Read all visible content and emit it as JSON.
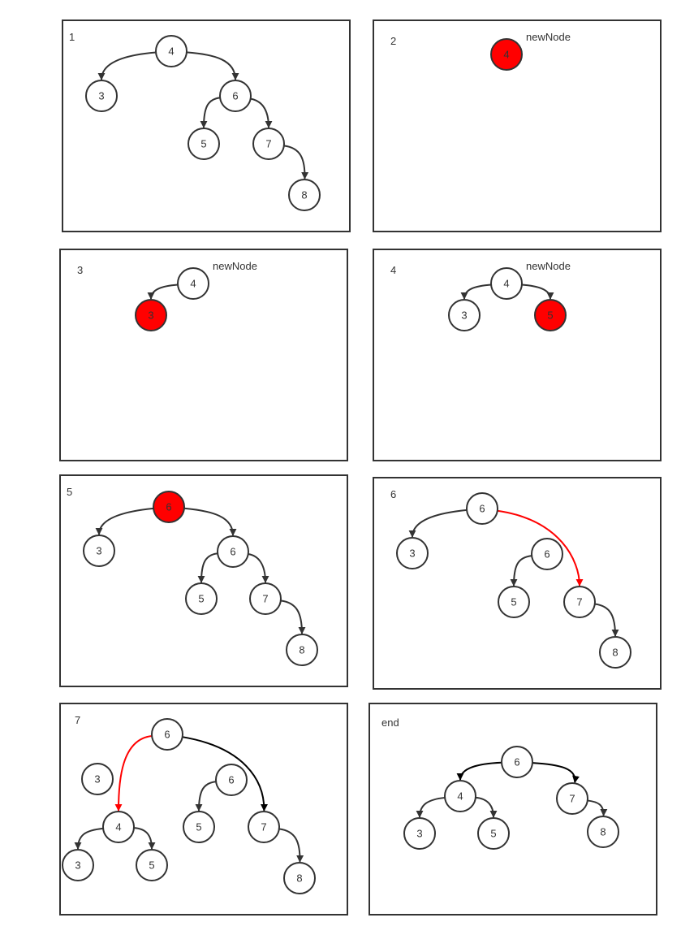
{
  "colors": {
    "stroke": "#333333",
    "node_fill": "#ffffff",
    "highlight_fill": "#ff0000",
    "highlight_edge": "#ff0000",
    "edge_dark": "#000000"
  },
  "panels": [
    {
      "label": "1",
      "note": "",
      "nodes": [
        {
          "id": "a",
          "label": "4"
        },
        {
          "id": "b",
          "label": "3"
        },
        {
          "id": "c",
          "label": "6"
        },
        {
          "id": "d",
          "label": "5"
        },
        {
          "id": "e",
          "label": "7"
        },
        {
          "id": "f",
          "label": "8"
        }
      ]
    },
    {
      "label": "2",
      "note": "newNode",
      "nodes": [
        {
          "id": "a",
          "label": "4",
          "highlight": true
        }
      ]
    },
    {
      "label": "3",
      "note": "newNode",
      "nodes": [
        {
          "id": "a",
          "label": "4"
        },
        {
          "id": "b",
          "label": "3",
          "highlight": true
        }
      ]
    },
    {
      "label": "4",
      "note": "newNode",
      "nodes": [
        {
          "id": "a",
          "label": "4"
        },
        {
          "id": "b",
          "label": "3"
        },
        {
          "id": "c",
          "label": "5",
          "highlight": true
        }
      ]
    },
    {
      "label": "5",
      "note": "",
      "nodes": [
        {
          "id": "a",
          "label": "6",
          "highlight": true
        },
        {
          "id": "b",
          "label": "3"
        },
        {
          "id": "c",
          "label": "6"
        },
        {
          "id": "d",
          "label": "5"
        },
        {
          "id": "e",
          "label": "7"
        },
        {
          "id": "f",
          "label": "8"
        }
      ]
    },
    {
      "label": "6",
      "note": "",
      "nodes": [
        {
          "id": "a",
          "label": "6"
        },
        {
          "id": "b",
          "label": "3"
        },
        {
          "id": "c",
          "label": "6"
        },
        {
          "id": "d",
          "label": "5"
        },
        {
          "id": "e",
          "label": "7"
        },
        {
          "id": "f",
          "label": "8"
        }
      ]
    },
    {
      "label": "7",
      "note": "",
      "nodes": [
        {
          "id": "a",
          "label": "6"
        },
        {
          "id": "b",
          "label": "3"
        },
        {
          "id": "c",
          "label": "6"
        },
        {
          "id": "d",
          "label": "4"
        },
        {
          "id": "e",
          "label": "5"
        },
        {
          "id": "f",
          "label": "7"
        },
        {
          "id": "g",
          "label": "3"
        },
        {
          "id": "h",
          "label": "5"
        },
        {
          "id": "i",
          "label": "8"
        }
      ]
    },
    {
      "label": "end",
      "note": "",
      "nodes": [
        {
          "id": "a",
          "label": "6"
        },
        {
          "id": "b",
          "label": "4"
        },
        {
          "id": "c",
          "label": "7"
        },
        {
          "id": "d",
          "label": "3"
        },
        {
          "id": "e",
          "label": "5"
        },
        {
          "id": "f",
          "label": "8"
        }
      ]
    }
  ]
}
